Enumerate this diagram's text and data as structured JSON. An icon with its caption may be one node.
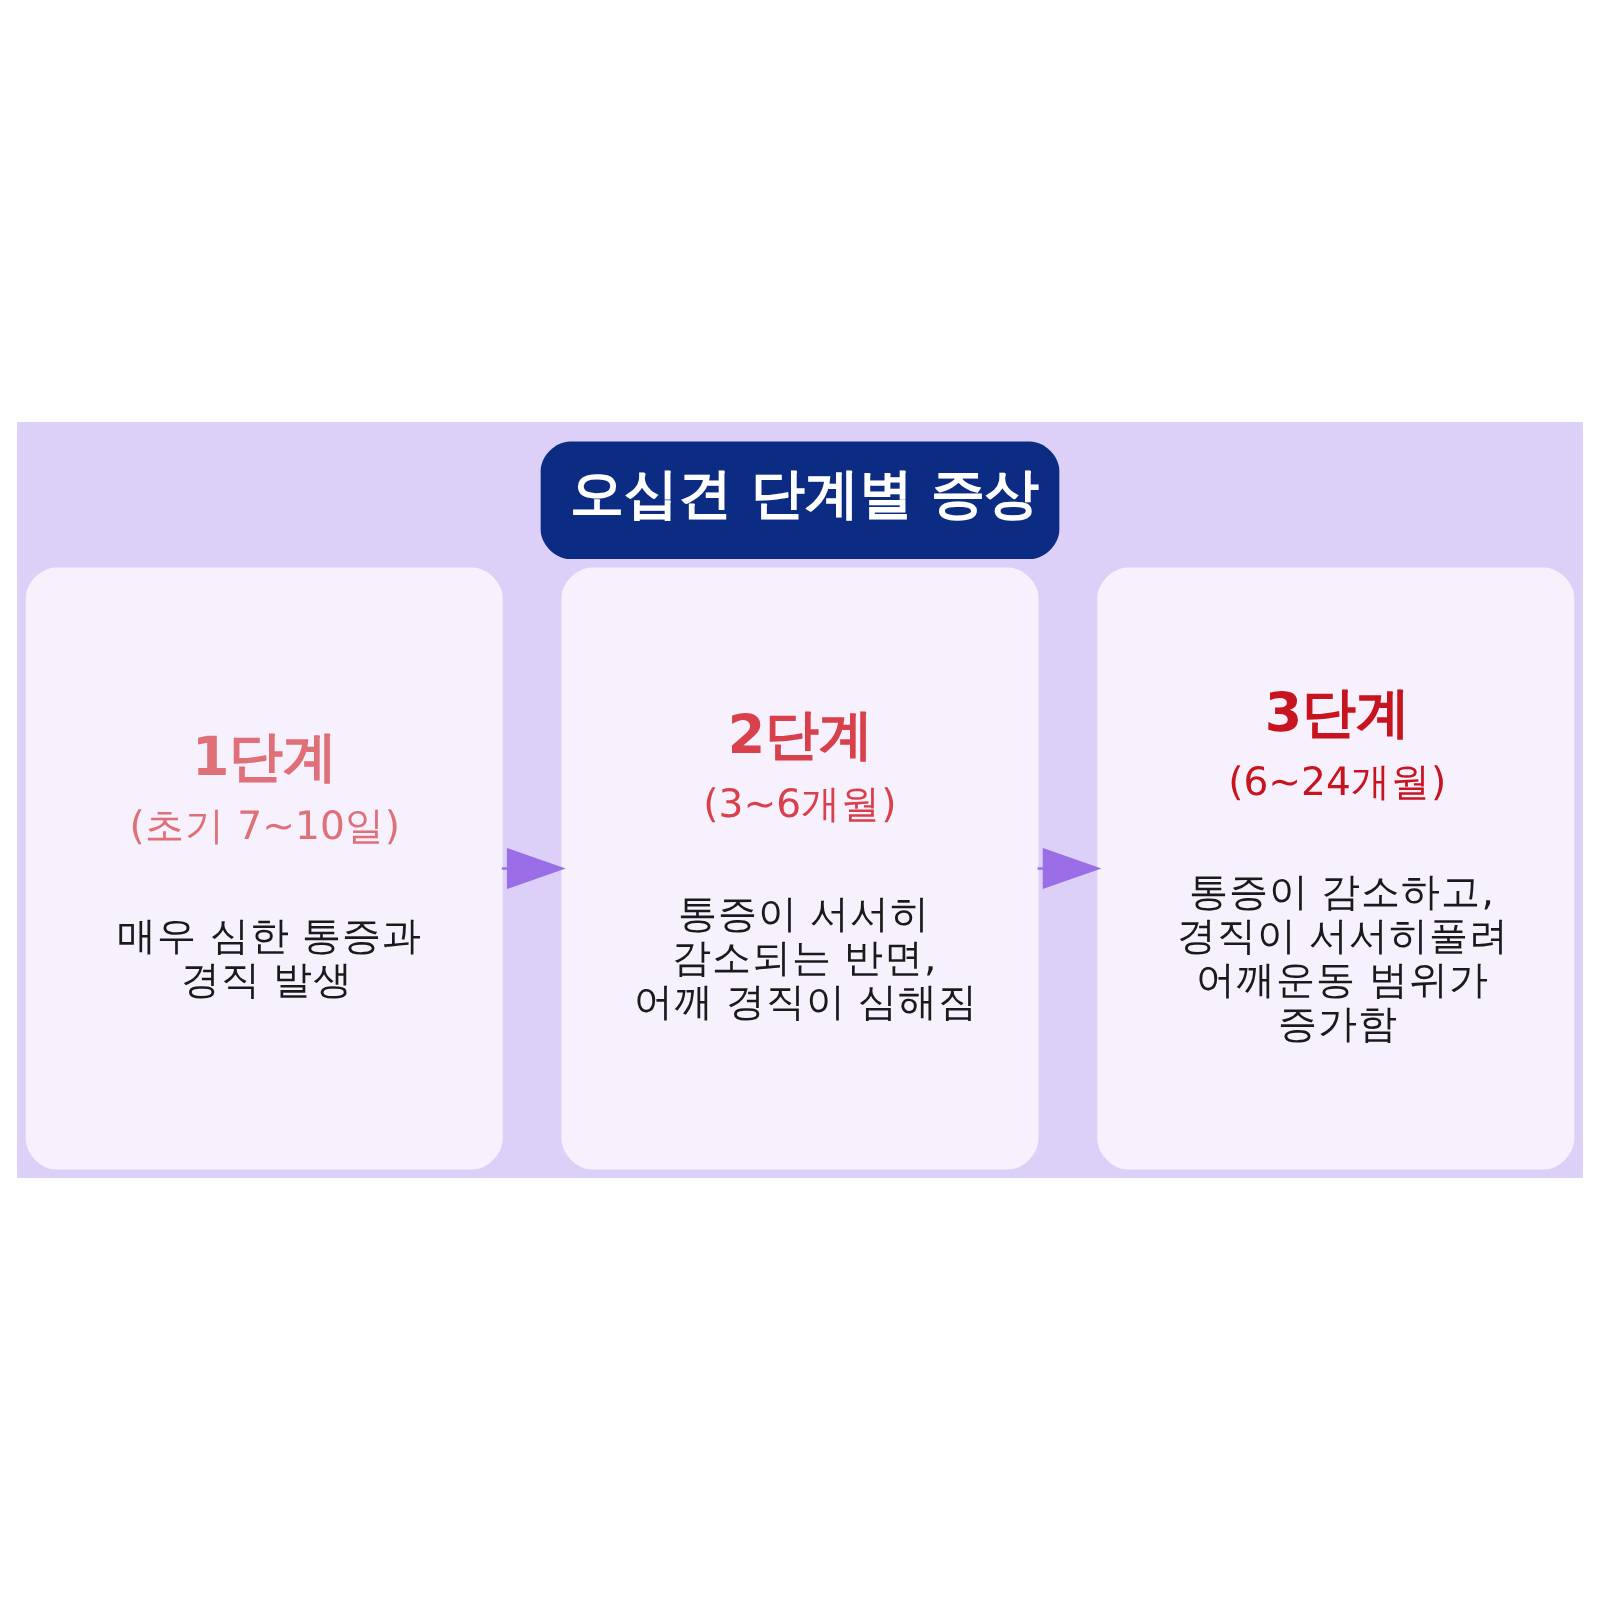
{
  "diagram": {
    "title": "오십견 단계별 증상",
    "nodes": [
      {
        "text": [
          "1단계",
          "(초기 7~10일)",
          "매우 심한 통증과 경직 발생"
        ]
      },
      {
        "text": [
          "2단계",
          "(3~6개월)",
          "통증이 서서히 감소되는 반면, 어깨 경직이 심해짐"
        ]
      },
      {
        "text": [
          "3단계",
          "(6~24개월)",
          "통증이 감소하고, 경직이 서서히풀려 어깨운동 범위가 증가함"
        ]
      }
    ],
    "edges": [
      {
        "from": 0,
        "to": 1,
        "arrow": "to"
      },
      {
        "from": 1,
        "to": 2,
        "arrow": "to"
      }
    ]
  }
}
